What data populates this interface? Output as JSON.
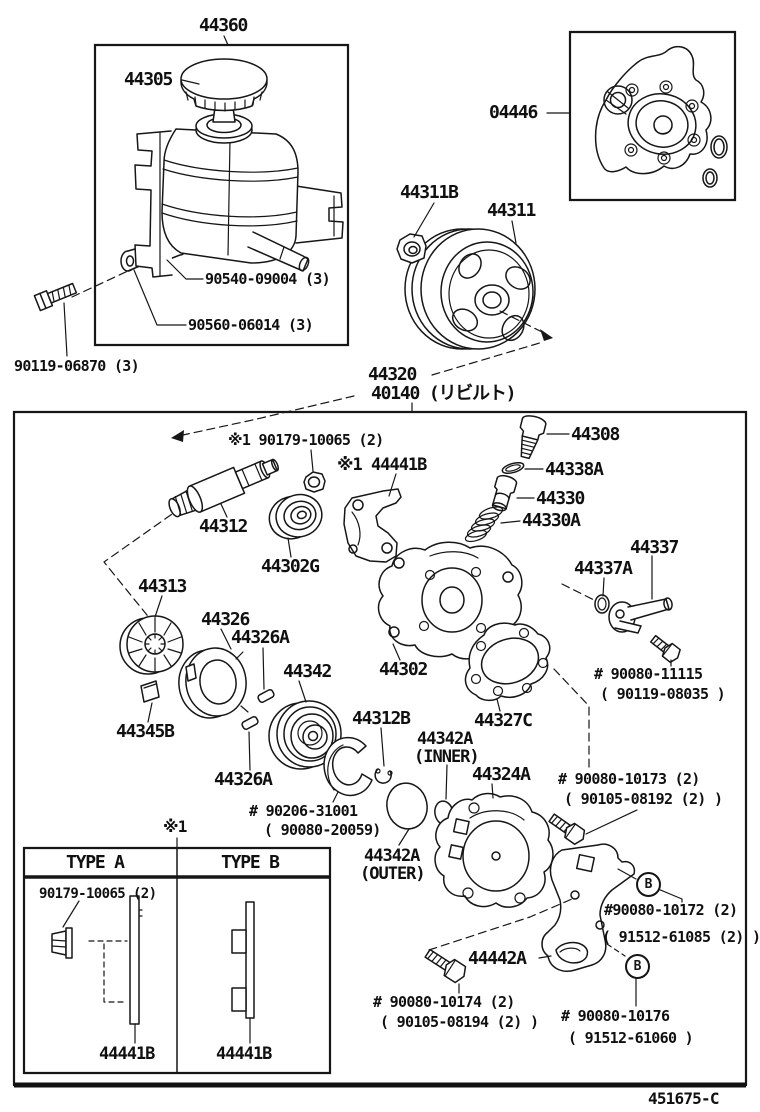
{
  "figure": {
    "code": "451675-C"
  },
  "colors": {
    "ink": "#161616",
    "paper": "#ffffff"
  },
  "labels": {
    "l44360": {
      "line1": "44360"
    },
    "l44305": {
      "line1": "44305"
    },
    "l90540_09004": {
      "line1": "90540-09004 (3)"
    },
    "l90560_06014": {
      "line1": "90560-06014 (3)"
    },
    "l90119_06870": {
      "line1": "90119-06870 (3)"
    },
    "l04446": {
      "line1": "04446"
    },
    "l44311B": {
      "line1": "44311B"
    },
    "l44311": {
      "line1": "44311"
    },
    "l44320": {
      "line1": "44320",
      "line2": "40140 (リビルト)"
    },
    "note1_90179": {
      "line1": "※1 90179-10065 (2)"
    },
    "note1_44441B": {
      "line1": "※1 44441B"
    },
    "l44308": {
      "line1": "44308"
    },
    "l44338A": {
      "line1": "44338A"
    },
    "l44330": {
      "line1": "44330"
    },
    "l44330A": {
      "line1": "44330A"
    },
    "l44312": {
      "line1": "44312"
    },
    "l44302G": {
      "line1": "44302G"
    },
    "l44313": {
      "line1": "44313"
    },
    "l44337": {
      "line1": "44337"
    },
    "l44337A": {
      "line1": "44337A"
    },
    "l90080_11115": {
      "line1": "# 90080-11115",
      "line2": "( 90119-08035 )"
    },
    "l44326": {
      "line1": "44326"
    },
    "l44326A_upper": {
      "line1": "44326A"
    },
    "l44342": {
      "line1": "44342"
    },
    "l44302": {
      "line1": "44302"
    },
    "l44327C": {
      "line1": "44327C"
    },
    "l44345B": {
      "line1": "44345B"
    },
    "l44312B": {
      "line1": "44312B"
    },
    "l44326A_lower": {
      "line1": "44326A"
    },
    "l44342A_inner": {
      "line1": "44342A",
      "line2": "(INNER)"
    },
    "l44324A": {
      "line1": "44324A"
    },
    "l90080_10173": {
      "line1": "# 90080-10173 (2)",
      "line2": "( 90105-08192 (2) )"
    },
    "l90206_31001": {
      "line1": "# 90206-31001",
      "line2": "( 90080-20059)"
    },
    "l44342A_outer": {
      "line1": "44342A",
      "line2": "(OUTER)"
    },
    "l44442A": {
      "line1": "44442A"
    },
    "l90080_10174": {
      "line1": "# 90080-10174 (2)",
      "line2": "( 90105-08194 (2) )"
    },
    "l90080_10172": {
      "line1": "#90080-10172 (2)",
      "line2": "( 91512-61085 (2) )"
    },
    "l90080_10176": {
      "line1": "# 90080-10176",
      "line2": "( 91512-61060 )"
    }
  },
  "markers": {
    "b1": "B",
    "b2": "B"
  },
  "type_table": {
    "note": "※1",
    "col_a": "TYPE A",
    "col_b": "TYPE B",
    "a_nut": "90179-10065 (2)",
    "a_bracket": "44441B",
    "b_bracket": "44441B"
  },
  "footer": {
    "code": "451675-C"
  }
}
